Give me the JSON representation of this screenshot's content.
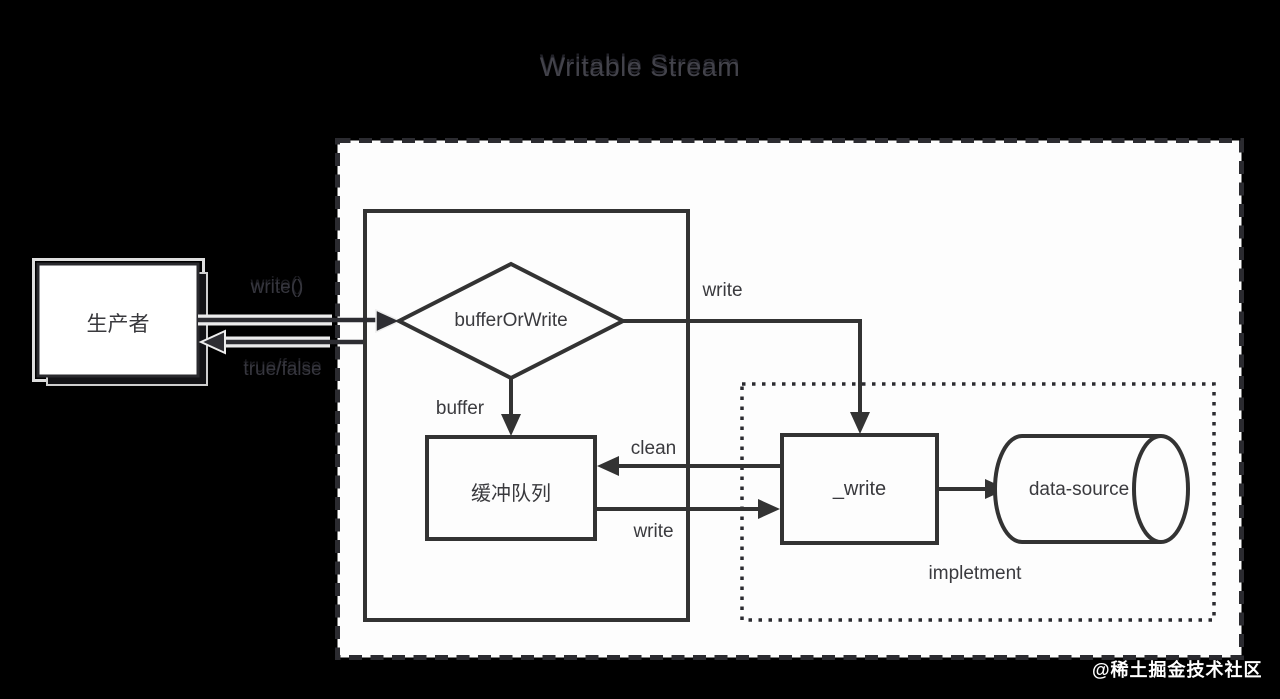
{
  "title": "Writable Stream",
  "watermark": "@稀土掘金技术社区",
  "colors": {
    "background": "#000000",
    "canvas": "#fdfdfd",
    "stroke": "#333333",
    "halo": "#ececec"
  },
  "nodes": {
    "producer": "生产者",
    "decision": "bufferOrWrite",
    "buffer_queue": "缓冲队列",
    "write_impl": "_write",
    "data_source": "data-source",
    "implement_zone": "impletment"
  },
  "edges": {
    "write_call": "write()",
    "return_value": "true/false",
    "write_direct": "write",
    "buffer": "buffer",
    "clean": "clean",
    "write_flush": "write"
  }
}
